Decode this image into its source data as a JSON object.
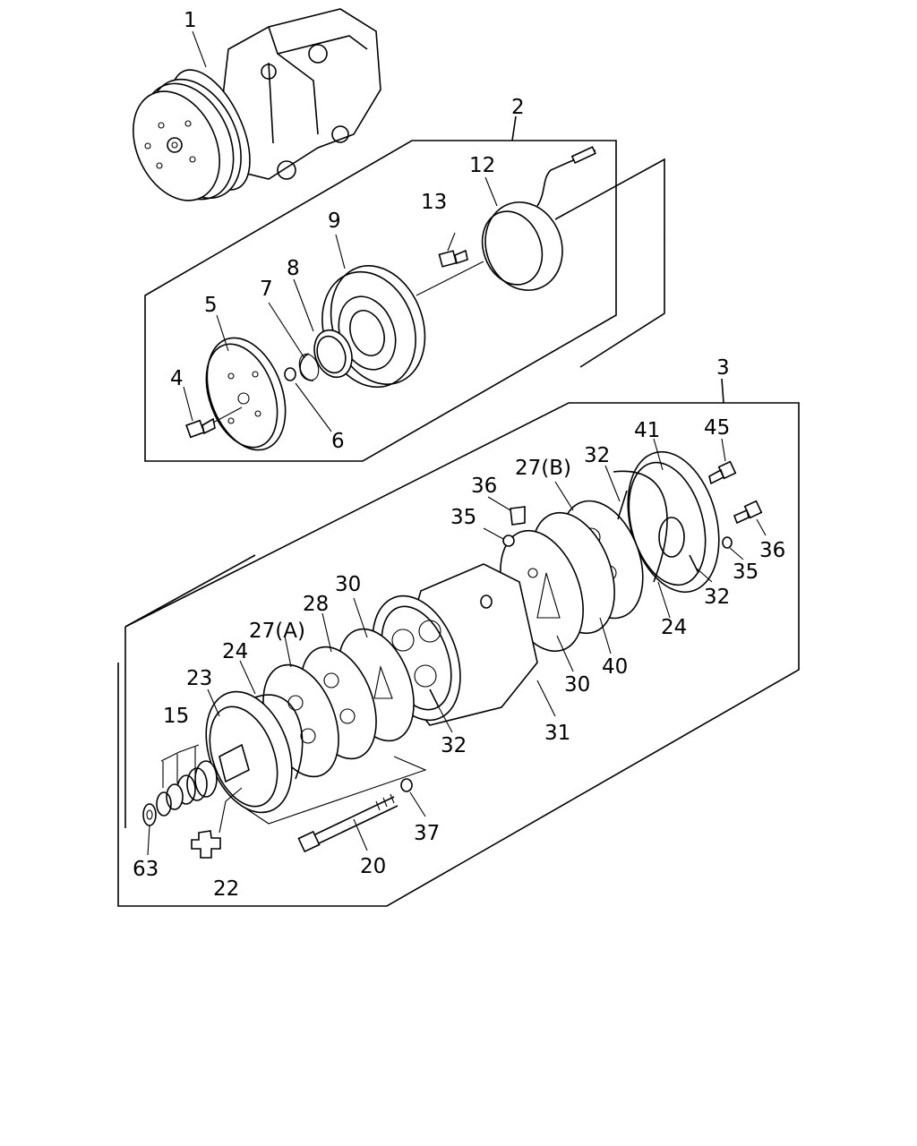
{
  "callouts": {
    "c1": "1",
    "c2": "2",
    "c3": "3",
    "c4": "4",
    "c5": "5",
    "c6": "6",
    "c7": "7",
    "c8": "8",
    "c9": "9",
    "c12": "12",
    "c13": "13",
    "c15": "15",
    "c20": "20",
    "c22": "22",
    "c23": "23",
    "c24a": "24",
    "c24b": "24",
    "c27a": "27(A)",
    "c27b": "27(B)",
    "c28": "28",
    "c30a": "30",
    "c30b": "30",
    "c31": "31",
    "c32a": "32",
    "c32b": "32",
    "c32c": "32",
    "c35a": "35",
    "c35b": "35",
    "c36a": "36",
    "c36b": "36",
    "c37": "37",
    "c40": "40",
    "c41": "41",
    "c45": "45",
    "c63": "63"
  }
}
